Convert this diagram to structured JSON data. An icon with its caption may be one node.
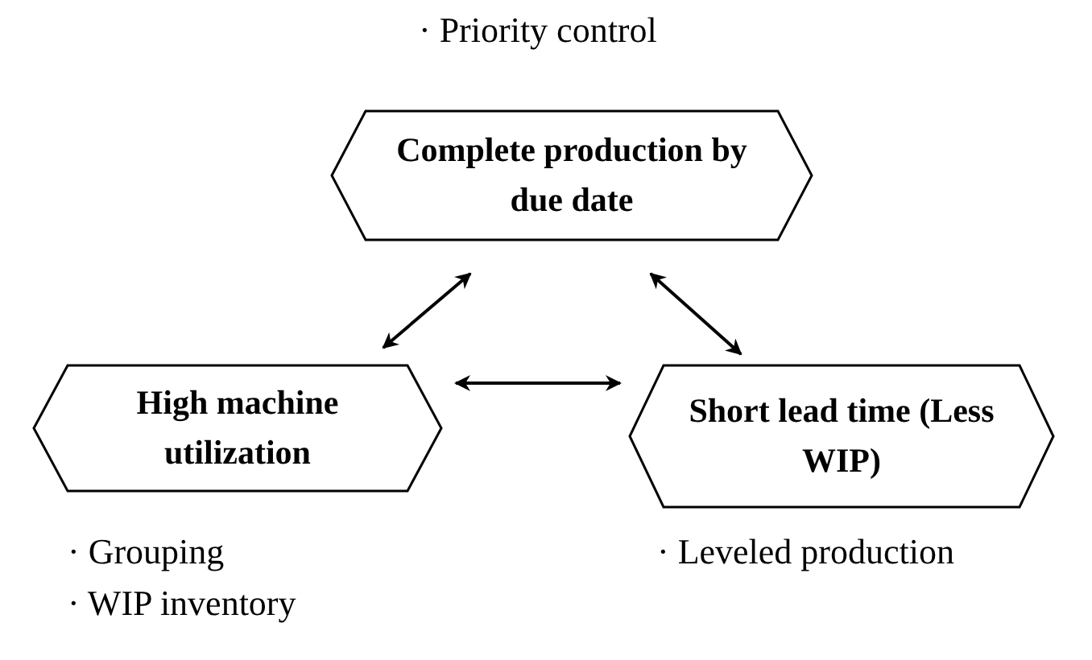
{
  "diagram": {
    "nodes": [
      {
        "text": [
          "Complete production by due date"
        ],
        "beside": [
          "· Priority control"
        ]
      },
      {
        "text": [
          "High machine utilization"
        ],
        "beside": [
          "· Grouping",
          "· WIP inventory"
        ]
      },
      {
        "text": [
          "Short lead time (Less WIP)"
        ],
        "beside": [
          "· Leveled production"
        ]
      }
    ],
    "edges": [
      {
        "from": 0,
        "to": 1,
        "arrow": "both"
      },
      {
        "from": 0,
        "to": 2,
        "arrow": "both"
      },
      {
        "from": 1,
        "to": 2,
        "arrow": "both"
      }
    ]
  }
}
